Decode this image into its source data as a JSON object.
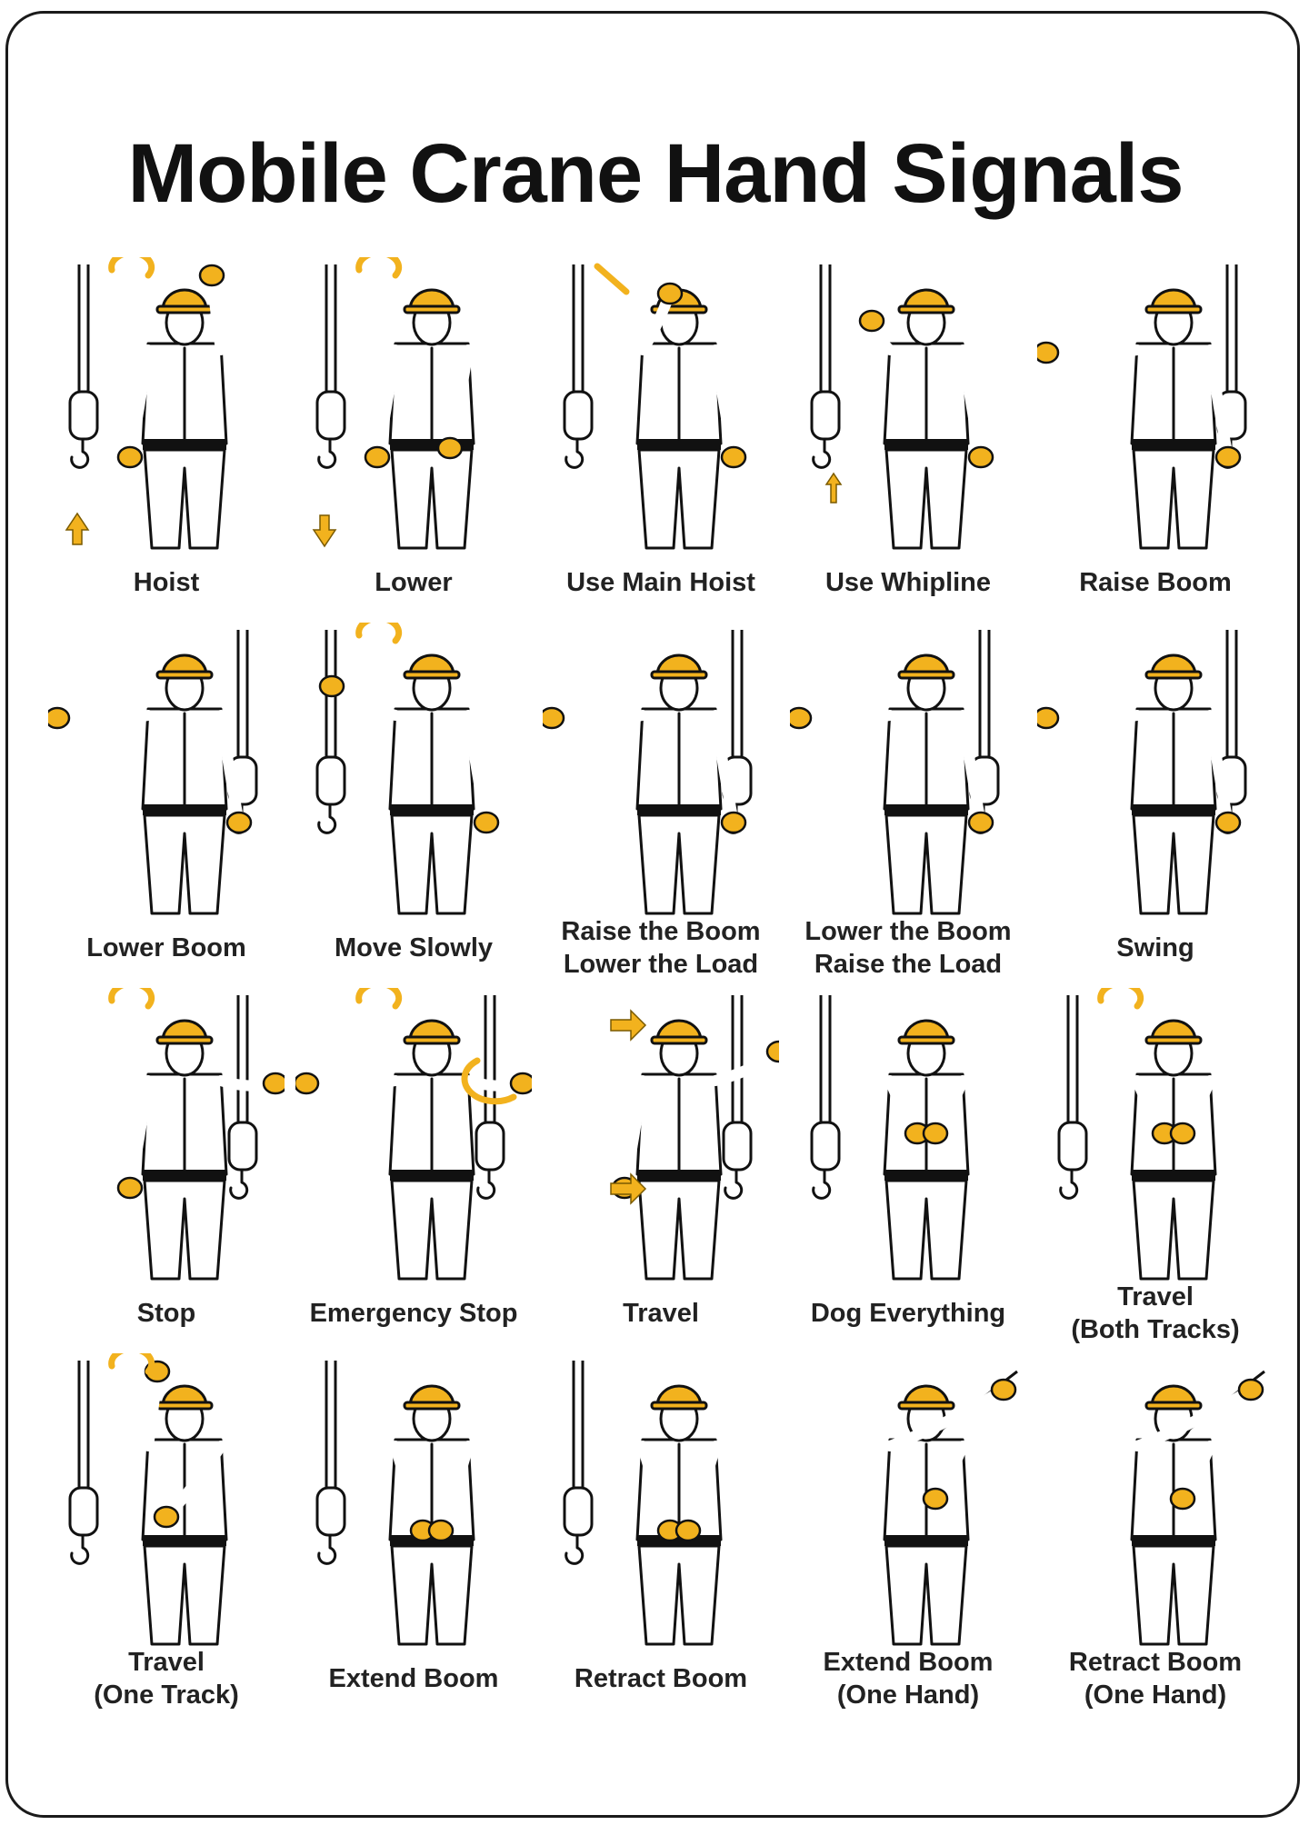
{
  "title": "Mobile Crane Hand Signals",
  "colors": {
    "accent": "#F2B21E",
    "ink": "#111111",
    "background": "#ffffff"
  },
  "signals": [
    {
      "lines": [
        "Hoist"
      ],
      "icon": "hoist-icon"
    },
    {
      "lines": [
        "Lower"
      ],
      "icon": "lower-icon"
    },
    {
      "lines": [
        "Use Main Hoist"
      ],
      "icon": "use-main-hoist-icon"
    },
    {
      "lines": [
        "Use Whipline"
      ],
      "icon": "use-whipline-icon"
    },
    {
      "lines": [
        "Raise Boom"
      ],
      "icon": "raise-boom-icon"
    },
    {
      "lines": [
        "Lower Boom"
      ],
      "icon": "lower-boom-icon"
    },
    {
      "lines": [
        "Move Slowly"
      ],
      "icon": "move-slowly-icon"
    },
    {
      "lines": [
        "Raise the Boom",
        "Lower the Load"
      ],
      "icon": "raise-boom-lower-load-icon"
    },
    {
      "lines": [
        "Lower the Boom",
        "Raise the Load"
      ],
      "icon": "lower-boom-raise-load-icon"
    },
    {
      "lines": [
        "Swing"
      ],
      "icon": "swing-icon"
    },
    {
      "lines": [
        "Stop"
      ],
      "icon": "stop-icon"
    },
    {
      "lines": [
        "Emergency Stop"
      ],
      "icon": "emergency-stop-icon"
    },
    {
      "lines": [
        "Travel"
      ],
      "icon": "travel-icon"
    },
    {
      "lines": [
        "Dog Everything"
      ],
      "icon": "dog-everything-icon"
    },
    {
      "lines": [
        "Travel",
        "(Both Tracks)"
      ],
      "icon": "travel-both-tracks-icon"
    },
    {
      "lines": [
        "Travel",
        "(One Track)"
      ],
      "icon": "travel-one-track-icon"
    },
    {
      "lines": [
        "Extend Boom"
      ],
      "icon": "extend-boom-icon"
    },
    {
      "lines": [
        "Retract Boom"
      ],
      "icon": "retract-boom-icon"
    },
    {
      "lines": [
        "Extend Boom",
        "(One Hand)"
      ],
      "icon": "extend-boom-one-hand-icon"
    },
    {
      "lines": [
        "Retract Boom",
        "(One Hand)"
      ],
      "icon": "retract-boom-one-hand-icon"
    }
  ]
}
